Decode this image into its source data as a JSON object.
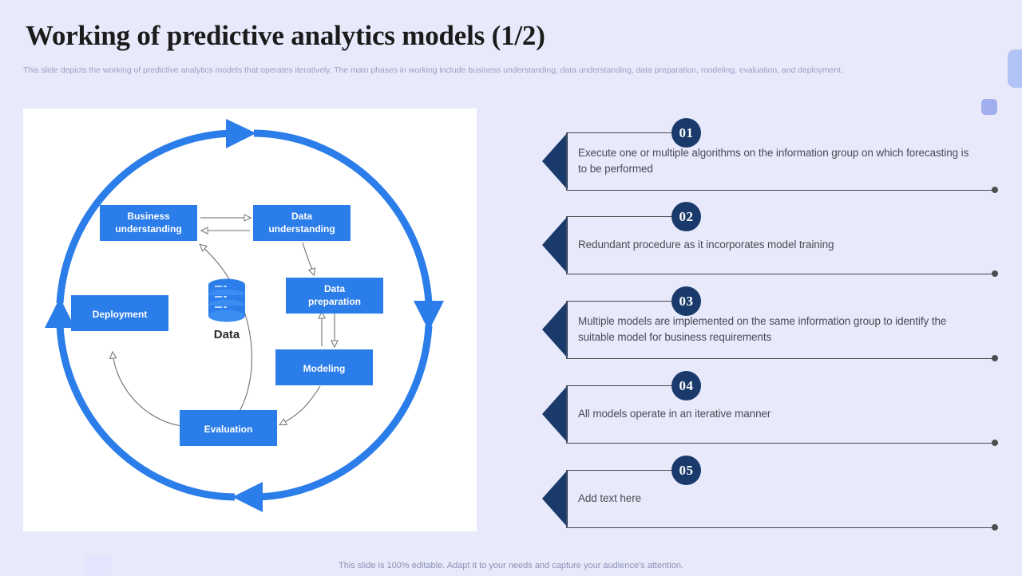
{
  "slide": {
    "title": "Working of predictive analytics models (1/2)",
    "subtitle": "This slide depicts the working of predictive analytics models that operates iteratively. The main phases in working include business understanding, data understanding, data preparation, modeling, evaluation, and deployment.",
    "footer": "This slide is 100% editable. Adapt it to your needs and capture your audience's attention."
  },
  "colors": {
    "background": "#e8eafb",
    "accent_blue": "#2b7de9",
    "badge_navy": "#1a3a6b",
    "chevron_navy": "#1a3a6b",
    "card_white": "#ffffff",
    "body_text": "#4b4b52",
    "muted_text": "#9a9fc4"
  },
  "diagram": {
    "type": "cycle",
    "center_icon": "database-icon",
    "center_label": "Data",
    "ring_arrows": [
      {
        "name": "ring-arrow-top",
        "direction": "right"
      },
      {
        "name": "ring-arrow-right",
        "direction": "down"
      },
      {
        "name": "ring-arrow-bottom",
        "direction": "left"
      },
      {
        "name": "ring-arrow-left",
        "direction": "up"
      }
    ],
    "nodes": [
      {
        "id": "business-understanding",
        "label": "Business\nunderstanding",
        "line1": "Business",
        "line2": "understanding"
      },
      {
        "id": "data-understanding",
        "label": "Data\nunderstanding",
        "line1": "Data",
        "line2": "understanding"
      },
      {
        "id": "data-preparation",
        "label": "Data\npreparation",
        "line1": "Data",
        "line2": "preparation"
      },
      {
        "id": "modeling",
        "label": "Modeling",
        "line1": "Modeling",
        "line2": ""
      },
      {
        "id": "evaluation",
        "label": "Evaluation",
        "line1": "Evaluation",
        "line2": ""
      },
      {
        "id": "deployment",
        "label": "Deployment",
        "line1": "Deployment",
        "line2": ""
      }
    ],
    "connections": [
      {
        "from": "business-understanding",
        "to": "data-understanding",
        "style": "bidirectional"
      },
      {
        "from": "data-understanding",
        "to": "data-preparation",
        "style": "curved"
      },
      {
        "from": "data-preparation",
        "to": "modeling",
        "style": "bidirectional"
      },
      {
        "from": "modeling",
        "to": "evaluation",
        "style": "curved"
      },
      {
        "from": "evaluation",
        "to": "deployment",
        "style": "curved"
      },
      {
        "from": "evaluation",
        "to": "business-understanding",
        "style": "curved"
      }
    ]
  },
  "list": {
    "items": [
      {
        "number": "01",
        "text": "Execute one or multiple algorithms on the information group on which forecasting is to be performed"
      },
      {
        "number": "02",
        "text": "Redundant procedure as it incorporates model training"
      },
      {
        "number": "03",
        "text": "Multiple models are implemented on the same information group to identify the suitable model for business  requirements"
      },
      {
        "number": "04",
        "text": "All models operate in an iterative manner"
      },
      {
        "number": "05",
        "text": "Add text here"
      }
    ]
  }
}
